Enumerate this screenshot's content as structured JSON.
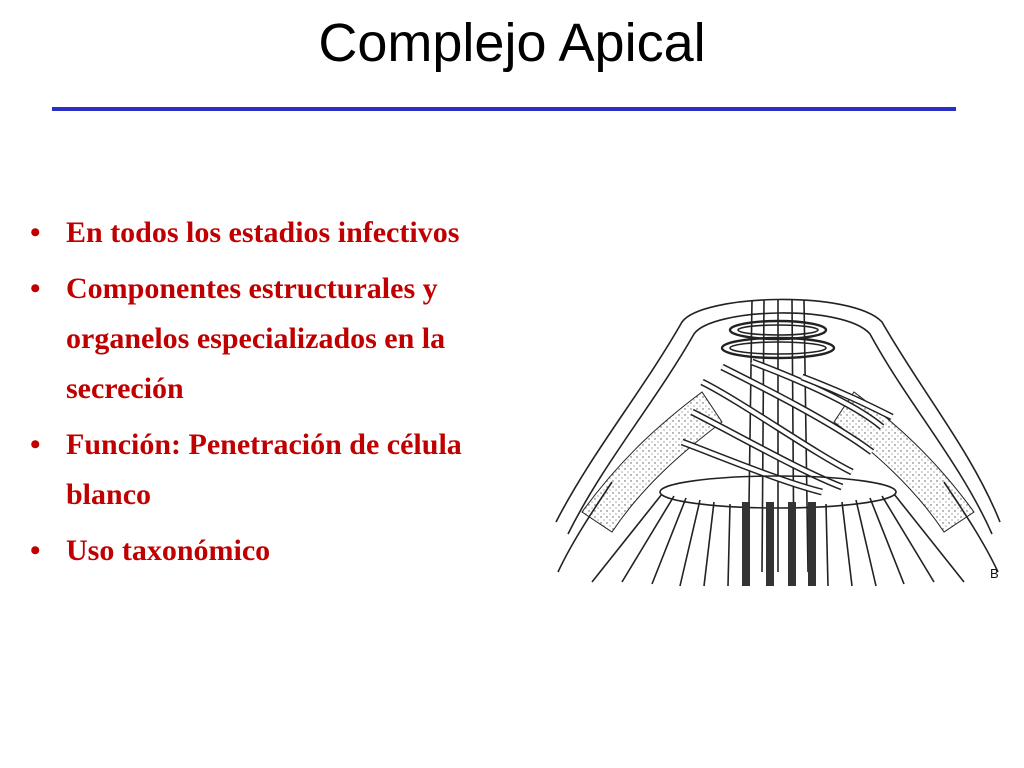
{
  "slide": {
    "title": "Complejo Apical",
    "bullets": [
      "En todos los estadios infectivos",
      "Componentes estructurales y organelos especializados en la secreción",
      "Función: Penetración de célula blanco",
      "Uso taxonómico"
    ],
    "bullet_symbol": "•",
    "figure_letter": "B"
  },
  "colors": {
    "title_rule": "#2a2fc4",
    "bullet_text": "#c00000"
  },
  "icons": {
    "figure": "apical-complex-illustration-icon"
  }
}
